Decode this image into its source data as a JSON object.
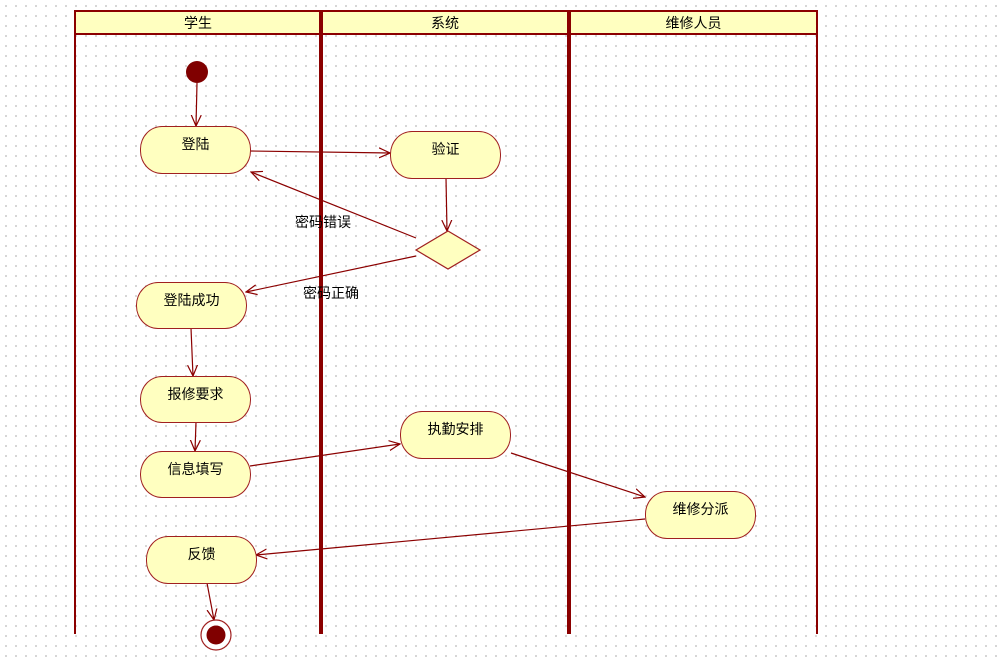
{
  "diagram": {
    "type": "uml-activity-swimlane",
    "colors": {
      "line": "#8b0000",
      "node_fill": "#ffffc0",
      "node_border": "#a02020",
      "grid_dot": "#c8c8c8"
    },
    "lanes": [
      {
        "id": "student",
        "label": "学生"
      },
      {
        "id": "system",
        "label": "系统"
      },
      {
        "id": "repair",
        "label": "维修人员"
      }
    ],
    "nodes": {
      "start": {
        "kind": "initial",
        "lane": "student"
      },
      "login": {
        "kind": "activity",
        "label": "登陆",
        "lane": "student"
      },
      "verify": {
        "kind": "activity",
        "label": "验证",
        "lane": "system"
      },
      "decision": {
        "kind": "decision",
        "lane": "system"
      },
      "login_ok": {
        "kind": "activity",
        "label": "登陆成功",
        "lane": "student"
      },
      "request": {
        "kind": "activity",
        "label": "报修要求",
        "lane": "student"
      },
      "fill_info": {
        "kind": "activity",
        "label": "信息填写",
        "lane": "student"
      },
      "schedule": {
        "kind": "activity",
        "label": "执勤安排",
        "lane": "system"
      },
      "dispatch": {
        "kind": "activity",
        "label": "维修分派",
        "lane": "repair"
      },
      "feedback": {
        "kind": "activity",
        "label": "反馈",
        "lane": "student"
      },
      "end": {
        "kind": "final",
        "lane": "student"
      }
    },
    "transitions": [
      {
        "from": "start",
        "to": "login"
      },
      {
        "from": "login",
        "to": "verify"
      },
      {
        "from": "verify",
        "to": "decision"
      },
      {
        "from": "decision",
        "to": "login",
        "guard": "密码错误"
      },
      {
        "from": "decision",
        "to": "login_ok",
        "guard": "密码正确"
      },
      {
        "from": "login_ok",
        "to": "request"
      },
      {
        "from": "request",
        "to": "fill_info"
      },
      {
        "from": "fill_info",
        "to": "schedule"
      },
      {
        "from": "schedule",
        "to": "dispatch"
      },
      {
        "from": "dispatch",
        "to": "feedback"
      },
      {
        "from": "feedback",
        "to": "end"
      }
    ]
  }
}
